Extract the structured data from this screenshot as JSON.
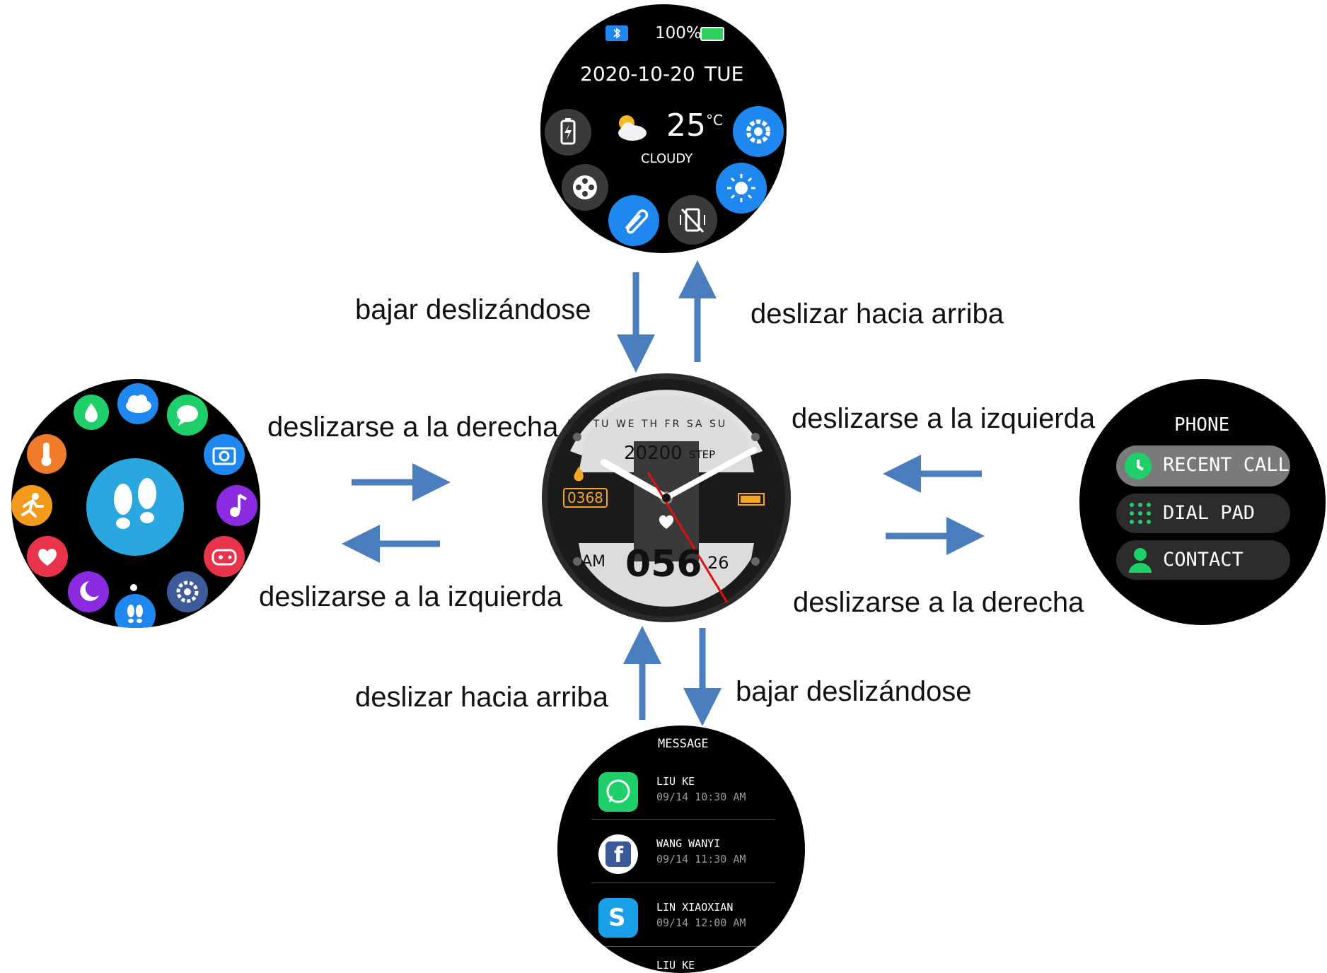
{
  "labels": {
    "top_down": "bajar deslizándose",
    "top_up": "deslizar hacia arriba",
    "left_right": "deslizarse a la derecha",
    "left_left": "deslizarse a la izquierda",
    "right_left": "deslizarse a la izquierda",
    "right_right": "deslizarse a la derecha",
    "bottom_up": "deslizar hacia arriba",
    "bottom_down": "bajar deslizándose"
  },
  "colors": {
    "arrow": "#4a7ebf",
    "accent_blue": "#1e88f0",
    "green": "#1fcf6a"
  },
  "top_watch": {
    "battery": "100%",
    "date": "2020-10-20",
    "weekday": "TUE",
    "temperature": "25",
    "unit": "°C",
    "condition": "CLOUDY",
    "icons": [
      "bluetooth-icon",
      "battery-saver-icon",
      "weather-cloudy-icon",
      "settings-icon",
      "brightness-icon",
      "film-icon",
      "link-icon",
      "vibration-off-icon"
    ]
  },
  "center_watch": {
    "days": [
      "MO",
      "TU",
      "WE",
      "TH",
      "FR",
      "SA",
      "SU"
    ],
    "active_day": "TH",
    "steps": "20200",
    "steps_unit": "STEP",
    "calories": "0368",
    "ampm": "AM",
    "big_number": "056",
    "small_number": "26"
  },
  "left_watch": {
    "icons": [
      "oxygen-icon",
      "weather-icon",
      "message-icon",
      "thermometer-icon",
      "camera-icon",
      "running-icon",
      "music-icon",
      "heart-icon",
      "game-icon",
      "sleep-icon",
      "steps-icon",
      "settings-icon",
      "steps-center-icon"
    ]
  },
  "right_watch": {
    "title": "PHONE",
    "items": [
      {
        "label": "RECENT CALL",
        "icon": "clock-icon"
      },
      {
        "label": "DIAL PAD",
        "icon": "dialpad-icon"
      },
      {
        "label": "CONTACT",
        "icon": "contact-icon"
      }
    ]
  },
  "bottom_watch": {
    "title": "MESSAGE",
    "messages": [
      {
        "name": "LIU KE",
        "time": "09/14 10:30 AM",
        "app": "whatsapp-icon"
      },
      {
        "name": "WANG WANYI",
        "time": "09/14 11:30 AM",
        "app": "facebook-icon"
      },
      {
        "name": "LIN XIAOXIAN",
        "time": "09/14 12:00 AM",
        "app": "skype-icon"
      },
      {
        "name": "LIU KE",
        "time": "",
        "app": ""
      }
    ]
  }
}
